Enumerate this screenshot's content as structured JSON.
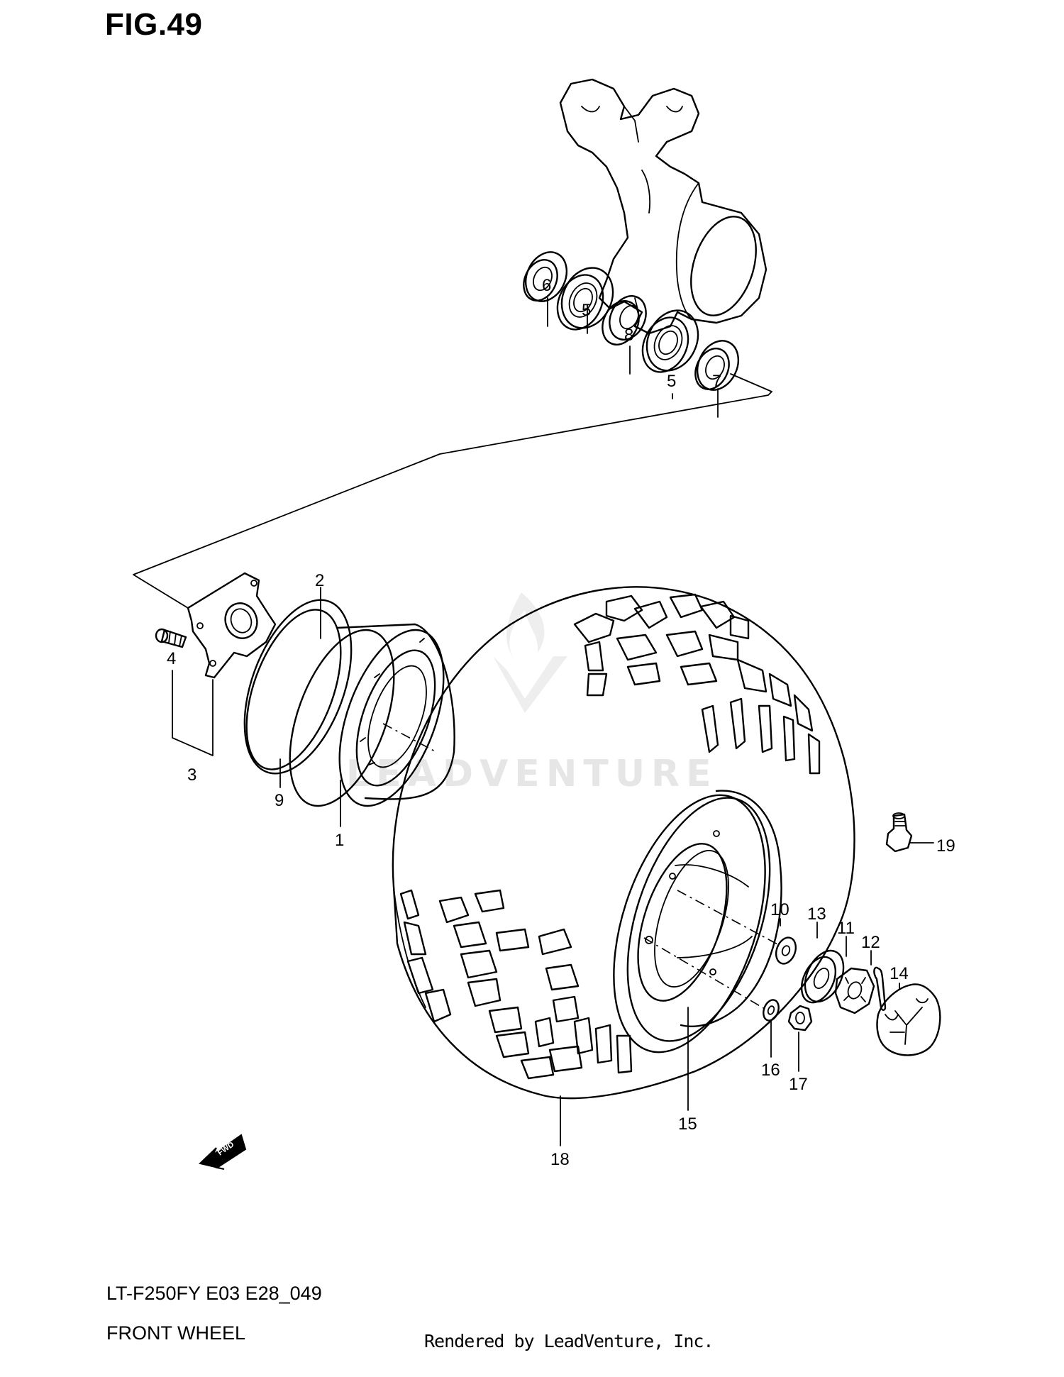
{
  "figure": {
    "title": "FIG.49"
  },
  "watermark": {
    "text": "LEADVENTURE"
  },
  "fwd_arrow": {
    "label": "FWD"
  },
  "footer": {
    "model_code": "LT-F250FY E03 E28_049",
    "section_name": "FRONT WHEEL",
    "rendered_by": "Rendered by LeadVenture, Inc."
  },
  "callouts": [
    {
      "id": "c1",
      "label": "1"
    },
    {
      "id": "c2",
      "label": "2"
    },
    {
      "id": "c3",
      "label": "3"
    },
    {
      "id": "c4",
      "label": "4"
    },
    {
      "id": "c5a",
      "label": "5"
    },
    {
      "id": "c5b",
      "label": "5"
    },
    {
      "id": "c6",
      "label": "6"
    },
    {
      "id": "c7",
      "label": "7"
    },
    {
      "id": "c8",
      "label": "8"
    },
    {
      "id": "c9",
      "label": "9"
    },
    {
      "id": "c10",
      "label": "10"
    },
    {
      "id": "c11",
      "label": "11"
    },
    {
      "id": "c12",
      "label": "12"
    },
    {
      "id": "c13",
      "label": "13"
    },
    {
      "id": "c14",
      "label": "14"
    },
    {
      "id": "c15",
      "label": "15"
    },
    {
      "id": "c16",
      "label": "16"
    },
    {
      "id": "c17",
      "label": "17"
    },
    {
      "id": "c18",
      "label": "18"
    },
    {
      "id": "c19",
      "label": "19"
    }
  ]
}
